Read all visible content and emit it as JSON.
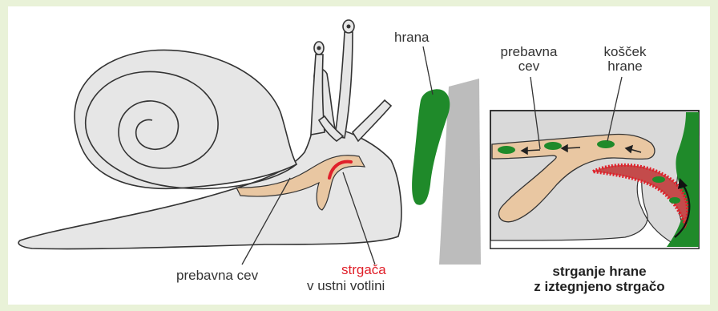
{
  "labels": {
    "food": "hrana",
    "digestive_tube_left": "prebavna cev",
    "radula_word": "strgača",
    "radula_rest": "v ustni votlini",
    "digestive_tube_right_1": "prebavna",
    "digestive_tube_right_2": "cev",
    "food_piece_1": "košček",
    "food_piece_2": "hrane",
    "caption_1": "strganje hrane",
    "caption_2": "z iztegnjeno strgačo"
  },
  "colors": {
    "background": "#e9f2d8",
    "snail_body": "#e6e6e6",
    "outline": "#333333",
    "gut": "#e9c7a2",
    "food": "#1f8a2a",
    "radula": "#e0202a",
    "rock": "#bcbcbc"
  }
}
